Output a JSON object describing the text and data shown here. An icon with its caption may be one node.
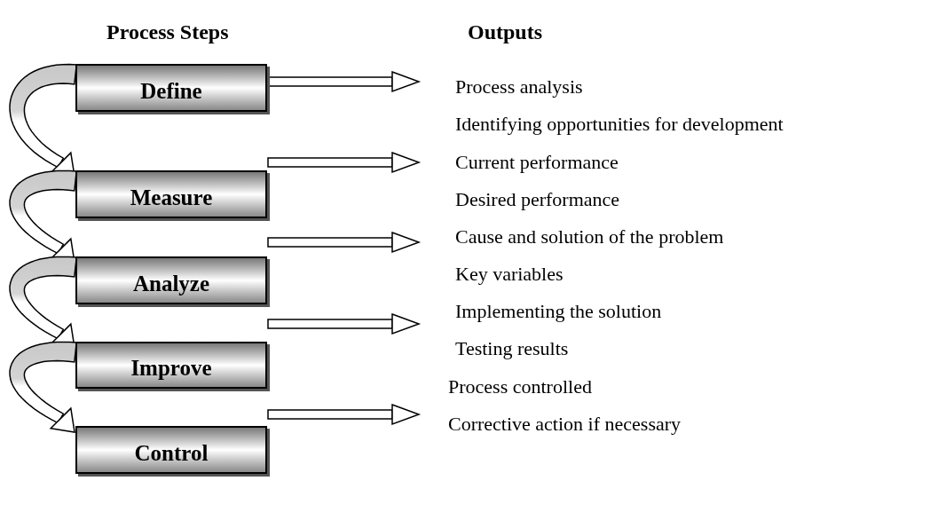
{
  "diagram": {
    "nodes": [
      {
        "text": [
          "Define"
        ]
      },
      {
        "text": [
          "Measure"
        ]
      },
      {
        "text": [
          "Analyze"
        ]
      },
      {
        "text": [
          "Improve"
        ]
      },
      {
        "text": [
          "Control"
        ]
      },
      {
        "text": [
          "Process analysis",
          "Identifying opportunities for development"
        ]
      },
      {
        "text": [
          "Current performance",
          "Desired performance"
        ]
      },
      {
        "text": [
          "Cause and solution of the problem",
          "Key variables"
        ]
      },
      {
        "text": [
          "Implementing the solution",
          "Testing results"
        ]
      },
      {
        "text": [
          "Process controlled",
          "Corrective action if necessary"
        ]
      }
    ],
    "edges": [
      {
        "from": 0,
        "to": 1,
        "arrow": "to"
      },
      {
        "from": 1,
        "to": 2,
        "arrow": "to"
      },
      {
        "from": 2,
        "to": 3,
        "arrow": "to"
      },
      {
        "from": 3,
        "to": 4,
        "arrow": "to"
      },
      {
        "from": 0,
        "to": 5,
        "arrow": "to"
      },
      {
        "from": 1,
        "to": 6,
        "arrow": "to"
      },
      {
        "from": 2,
        "to": 7,
        "arrow": "to"
      },
      {
        "from": 3,
        "to": 8,
        "arrow": "to"
      },
      {
        "from": 4,
        "to": 9,
        "arrow": "to"
      }
    ],
    "labels": [
      "Process Steps",
      "Outputs"
    ]
  }
}
